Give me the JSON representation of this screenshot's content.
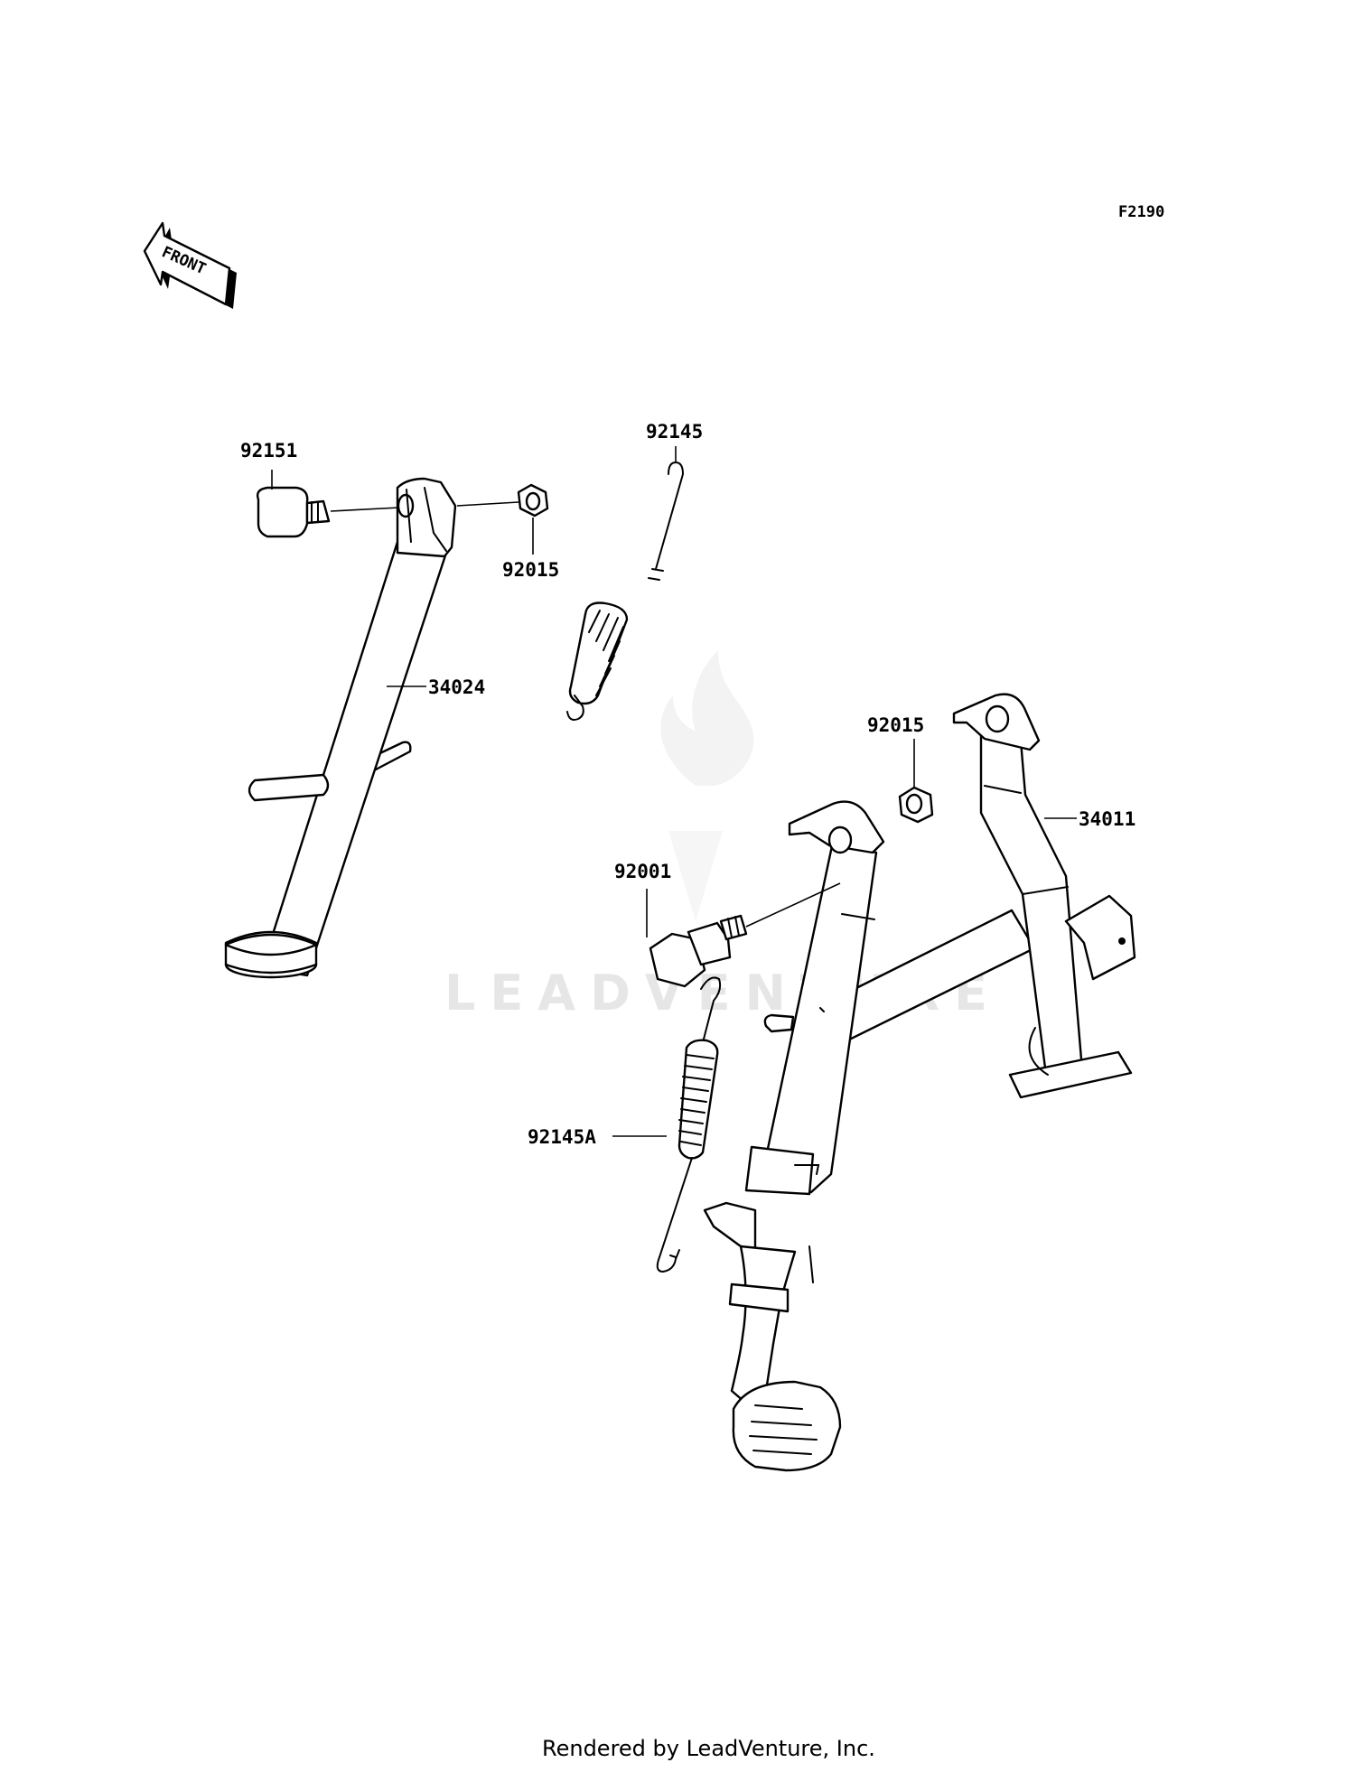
{
  "diagram": {
    "code": "F2190",
    "front_label": "FRONT",
    "watermark": "LEADVENTURE",
    "footer": "Rendered by LeadVenture, Inc.",
    "callouts": {
      "p92151": "92151",
      "p92015_top": "92015",
      "p92145": "92145",
      "p34024": "34024",
      "p92015_mid": "92015",
      "p34011": "34011",
      "p92001": "92001",
      "p92145A": "92145A"
    }
  }
}
